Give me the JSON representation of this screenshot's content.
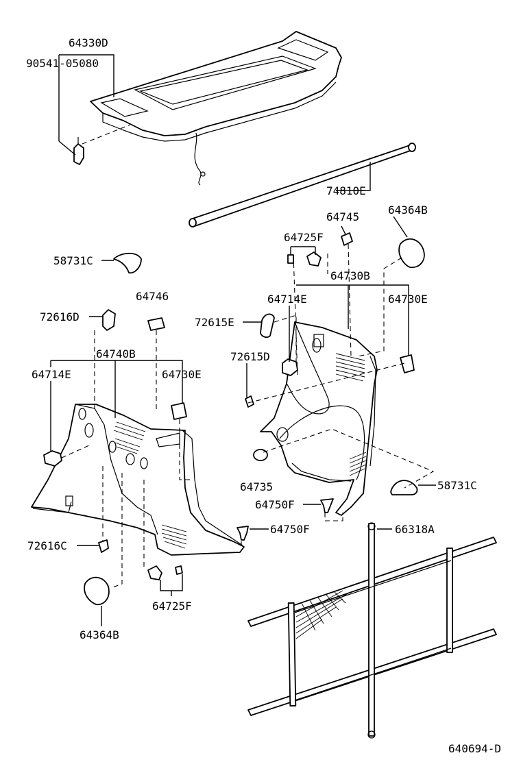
{
  "labels": {
    "shelf": "64330D",
    "clip_90541": "90541-05080",
    "rod": "74810E",
    "b64745": "64745",
    "b64364b_r": "64364B",
    "b64725f_r": "64725F",
    "b64730b": "64730B",
    "b58731c_l": "58731C",
    "b64714e_r": "64714E",
    "b64730e_r": "64730E",
    "b64746": "64746",
    "b72616d": "72616D",
    "b72615e": "72615E",
    "b64740b": "64740B",
    "b72615d": "72615D",
    "b64714e_l": "64714E",
    "b64730e_l": "64730E",
    "b64735": "64735",
    "b58731c_r": "58731C",
    "b64750f_r": "64750F",
    "b64750f_l": "64750F",
    "b66318a": "66318A",
    "b72616c": "72616C",
    "b64725f_l": "64725F",
    "b64364b_l": "64364B"
  },
  "diagram_code": "640694-D"
}
